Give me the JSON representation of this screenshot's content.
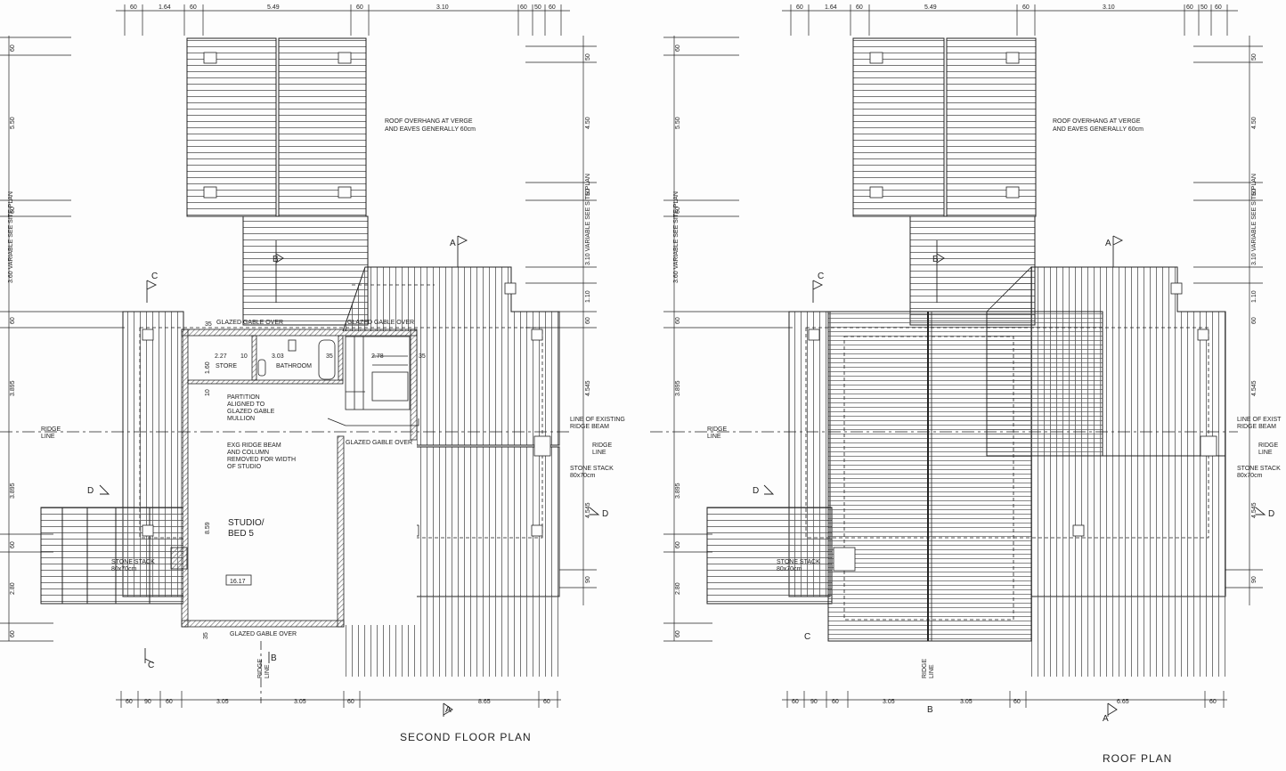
{
  "plans": [
    {
      "title": "SECOND FLOOR PLAN",
      "top_dims": [
        "60",
        "1.64",
        "60",
        "5.49",
        "60",
        "3.10",
        "60",
        "50",
        "60"
      ],
      "bottom_dims": [
        "60",
        "90",
        "60",
        "3.05",
        "3.05",
        "60",
        "8.65",
        "60"
      ],
      "left_dims": [
        "60",
        "5.50",
        "60",
        "3.60 VARIABLE SEE SITE PLAN",
        "60",
        "3.895",
        "3.895",
        "60",
        "2.80",
        "60"
      ],
      "right_dims": [
        "50",
        "4.50",
        "50",
        "3.10 VARIABLE SEE SITE PLAN",
        "1.10",
        "60",
        "4.545",
        "4.545",
        "90"
      ],
      "notes": {
        "overhang": [
          "ROOF OVERHANG AT VERGE",
          "AND EAVES GENERALLY 60cm"
        ],
        "existing_ridge": [
          "LINE OF EXISTING",
          "RIDGE BEAM"
        ],
        "ridge_line_right": [
          "RIDGE",
          "LINE"
        ],
        "stone_stack_right": [
          "STONE STACK",
          "80x70cm"
        ],
        "ridge_line_left": [
          "RIDGE",
          "LINE"
        ],
        "stone_stack_left": [
          "STONE STACK",
          "80x70cm"
        ],
        "ridge_line_bottom": [
          "RIDGE",
          "LINE"
        ],
        "glazed_1": "GLAZED GABLE OVER",
        "glazed_2": "GLAZED GABLE OVER",
        "glazed_3": "GLAZED GABLE OVER",
        "glazed_4": "GLAZED GABLE OVER",
        "store": "STORE",
        "bathroom": "BATHROOM",
        "partition": [
          "PARTITION",
          "ALIGNED TO",
          "GLAZED GABLE",
          "MULLION"
        ],
        "exg_ridge": [
          "EXG RIDGE BEAM",
          "AND COLUMN",
          "REMOVED FOR WIDTH",
          "OF STUDIO"
        ],
        "studio": [
          "STUDIO/",
          "BED 5"
        ],
        "area": "16.17",
        "dims_inner": [
          "2.27",
          "10",
          "3.03",
          "35",
          "2.78",
          "35",
          "1.60",
          "10",
          "8.59",
          "35",
          "35"
        ]
      },
      "sections": [
        "A",
        "A",
        "B",
        "B",
        "C",
        "C",
        "D",
        "D"
      ]
    },
    {
      "title": "ROOF PLAN",
      "top_dims": [
        "60",
        "1.64",
        "60",
        "5.49",
        "60",
        "3.10",
        "60",
        "50",
        "60"
      ],
      "bottom_dims": [
        "60",
        "90",
        "60",
        "3.05",
        "3.05",
        "60",
        "6.65",
        "60"
      ],
      "left_dims": [
        "60",
        "5.50",
        "60",
        "3.60 VARIABLE SEE SITE PLAN",
        "60",
        "3.895",
        "3.895",
        "60",
        "2.80",
        "60"
      ],
      "right_dims": [
        "50",
        "4.50",
        "50",
        "3.10 VARIABLE SEE SITE PLAN",
        "1.10",
        "60",
        "4.545",
        "4.545",
        "90"
      ],
      "notes": {
        "overhang": [
          "ROOF OVERHANG AT VERGE",
          "AND EAVES GENERALLY 60cm"
        ],
        "existing_ridge": [
          "LINE OF EXIST",
          "RIDGE BEAM"
        ],
        "ridge_line_right": [
          "RIDGE",
          "LINE"
        ],
        "stone_stack_right": [
          "STONE STACK",
          "80x70cm"
        ],
        "ridge_line_left": [
          "RIDGE",
          "LINE"
        ],
        "stone_stack_left": [
          "STONE STACK",
          "80x70cm"
        ],
        "ridge_line_bottom": [
          "RIDGE",
          "LINE"
        ]
      },
      "sections": [
        "A",
        "A",
        "B",
        "B",
        "C",
        "C",
        "D",
        "D"
      ]
    }
  ],
  "colors": {
    "ink": "#222222",
    "hatch": "#555555",
    "wall": "#8a8a8a",
    "paper": "#fdfdfd"
  }
}
